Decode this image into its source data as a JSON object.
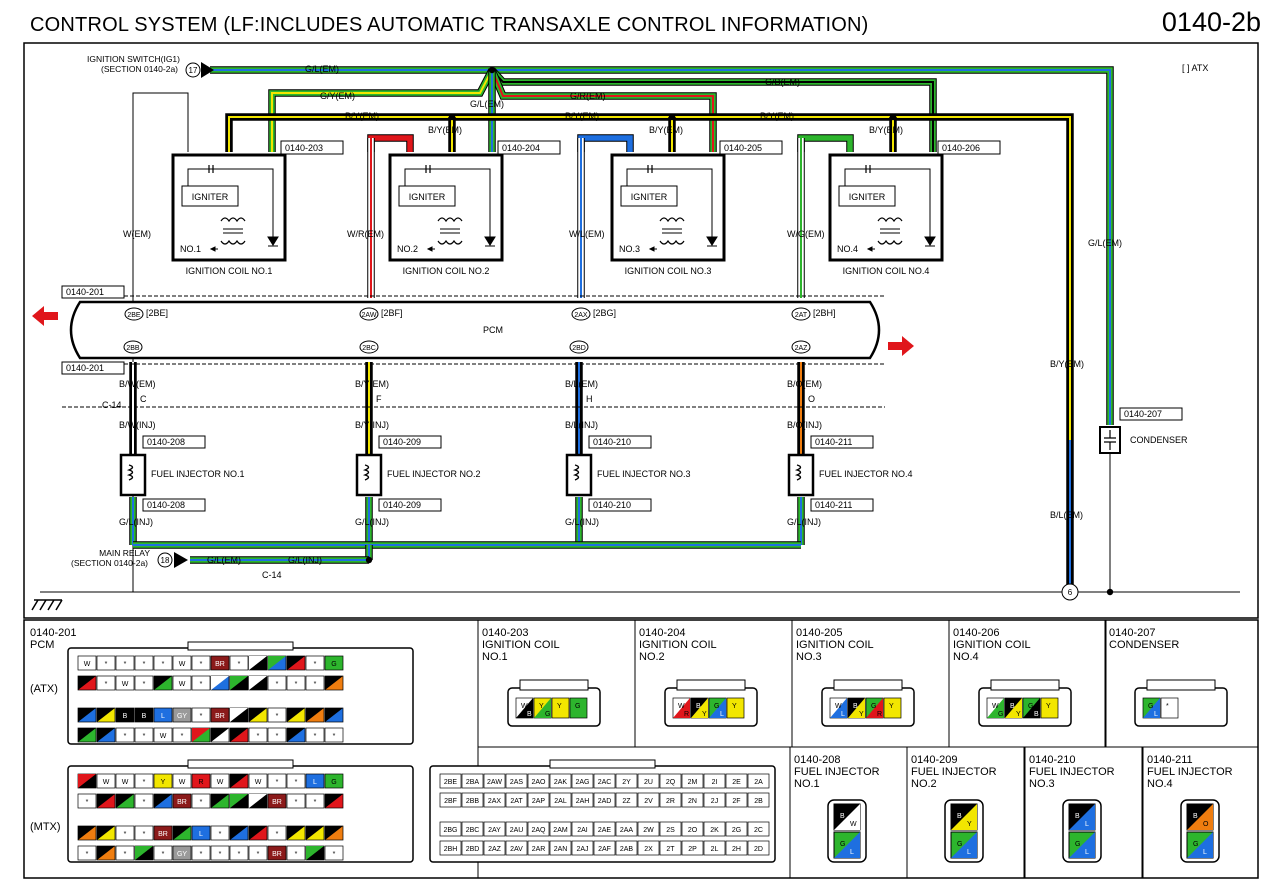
{
  "header": {
    "title": "CONTROL SYSTEM (LF:INCLUDES AUTOMATIC TRANSAXLE CONTROL INFORMATION)",
    "page_number": "0140-2b"
  },
  "legend": "[ ] ATX",
  "sources": {
    "ignition_switch": [
      "IGNITION SWITCH(IG1)",
      "(SECTION 0140-2a)"
    ],
    "ignition_switch_terminal": "17",
    "main_relay": [
      "MAIN RELAY",
      "(SECTION 0140-2a)"
    ],
    "main_relay_terminal": "18"
  },
  "wires": {
    "gl_em": "G/L(EM)",
    "gy_em": "G/Y(EM)",
    "gr_em": "G/R(EM)",
    "gb_em": "G/B(EM)",
    "by_em": "B/Y(EM)",
    "bl_em": "B/L(EM)",
    "gl_inj": "G/L(INJ)",
    "c14": "C-14",
    "ground_no": "6"
  },
  "coils": [
    {
      "label": "IGNITION COIL NO.1",
      "no": "NO.1",
      "ref": "0140-203",
      "wire": "W(EM)",
      "igniter": "IGNITER"
    },
    {
      "label": "IGNITION COIL NO.2",
      "no": "NO.2",
      "ref": "0140-204",
      "wire": "W/R(EM)",
      "igniter": "IGNITER"
    },
    {
      "label": "IGNITION COIL NO.3",
      "no": "NO.3",
      "ref": "0140-205",
      "wire": "W/L(EM)",
      "igniter": "IGNITER"
    },
    {
      "label": "IGNITION COIL NO.4",
      "no": "NO.4",
      "ref": "0140-206",
      "wire": "W/G(EM)",
      "igniter": "IGNITER"
    }
  ],
  "pcm": {
    "label": "PCM",
    "ref_top": "0140-201",
    "ref_bottom": "0140-201",
    "top_pins": [
      {
        "pin": "2BE",
        "atx": "[2BE]"
      },
      {
        "pin": "2AW",
        "atx": "[2BF]"
      },
      {
        "pin": "2AX",
        "atx": "[2BG]"
      },
      {
        "pin": "2AT",
        "atx": "[2BH]"
      }
    ],
    "bottom_pins": [
      "2BB",
      "2BC",
      "2BD",
      "2AZ"
    ]
  },
  "injectors": [
    {
      "label": "FUEL INJECTOR NO.1",
      "ref": "0140-208",
      "wire_em": "B/W(EM)",
      "wire_inj": "B/W(INJ)",
      "c14": "C"
    },
    {
      "label": "FUEL INJECTOR NO.2",
      "ref": "0140-209",
      "wire_em": "B/Y(EM)",
      "wire_inj": "B/Y(INJ)",
      "c14": "F"
    },
    {
      "label": "FUEL INJECTOR NO.3",
      "ref": "0140-210",
      "wire_em": "B/L(EM)",
      "wire_inj": "B/L(INJ)",
      "c14": "H"
    },
    {
      "label": "FUEL INJECTOR NO.4",
      "ref": "0140-211",
      "wire_em": "B/O(EM)",
      "wire_inj": "B/O(INJ)",
      "c14": "O"
    }
  ],
  "condenser": {
    "label": "CONDENSER",
    "ref": "0140-207"
  },
  "connector_panels": {
    "pcm": [
      "0140-201",
      "PCM",
      "(ATX)",
      "(MTX)"
    ],
    "top": [
      {
        "ref": "0140-203",
        "name": [
          "IGNITION COIL",
          "NO.1"
        ],
        "pins": [
          "W",
          "B",
          "Y",
          "G"
        ]
      },
      {
        "ref": "0140-204",
        "name": [
          "IGNITION COIL",
          "NO.2"
        ],
        "pins": [
          "W",
          "R",
          "B",
          "Y",
          "G",
          "L"
        ]
      },
      {
        "ref": "0140-205",
        "name": [
          "IGNITION COIL",
          "NO.3"
        ],
        "pins": [
          "W",
          "L",
          "B",
          "Y",
          "G",
          "R"
        ]
      },
      {
        "ref": "0140-206",
        "name": [
          "IGNITION COIL",
          "NO.4"
        ],
        "pins": [
          "W",
          "G",
          "B",
          "Y",
          "G",
          "B"
        ]
      },
      {
        "ref": "0140-207",
        "name": [
          "CONDENSER"
        ],
        "pins": [
          "G",
          "L",
          "*"
        ]
      }
    ],
    "bottom": [
      {
        "ref": "0140-208",
        "name": [
          "FUEL INJECTOR",
          "NO.1"
        ],
        "pins": [
          "B",
          "W",
          "G",
          "L"
        ]
      },
      {
        "ref": "0140-209",
        "name": [
          "FUEL INJECTOR",
          "NO.2"
        ],
        "pins": [
          "B",
          "Y",
          "G",
          "L"
        ]
      },
      {
        "ref": "0140-210",
        "name": [
          "FUEL INJECTOR",
          "NO.3"
        ],
        "pins": [
          "B",
          "L",
          "G",
          "L"
        ]
      },
      {
        "ref": "0140-211",
        "name": [
          "FUEL INJECTOR",
          "NO.4"
        ],
        "pins": [
          "B",
          "O",
          "G",
          "L"
        ]
      }
    ],
    "terminal_grid": [
      [
        "2BE",
        "2BA",
        "2AW",
        "2AS",
        "2AO",
        "2AK",
        "2AG",
        "2AC",
        "2Y",
        "2U",
        "2Q",
        "2M",
        "2I",
        "2E",
        "2A"
      ],
      [
        "2BF",
        "2BB",
        "2AX",
        "2AT",
        "2AP",
        "2AL",
        "2AH",
        "2AD",
        "2Z",
        "2V",
        "2R",
        "2N",
        "2J",
        "2F",
        "2B"
      ],
      [
        "2BG",
        "2BC",
        "2AY",
        "2AU",
        "2AQ",
        "2AM",
        "2AI",
        "2AE",
        "2AA",
        "2W",
        "2S",
        "2O",
        "2K",
        "2G",
        "2C"
      ],
      [
        "2BH",
        "2BD",
        "2AZ",
        "2AV",
        "2AR",
        "2AN",
        "2AJ",
        "2AF",
        "2AB",
        "2X",
        "2T",
        "2P",
        "2L",
        "2H",
        "2D"
      ]
    ]
  },
  "colors": {
    "G": "#2db52d",
    "L": "#1e6fe0",
    "Y": "#f2e600",
    "R": "#e0161b",
    "B": "#000000",
    "W": "#ffffff",
    "O": "#ef7d0f",
    "BR": "#8b1a1a",
    "GY": "#9a9a9a",
    "arrow": "#e0161b"
  }
}
